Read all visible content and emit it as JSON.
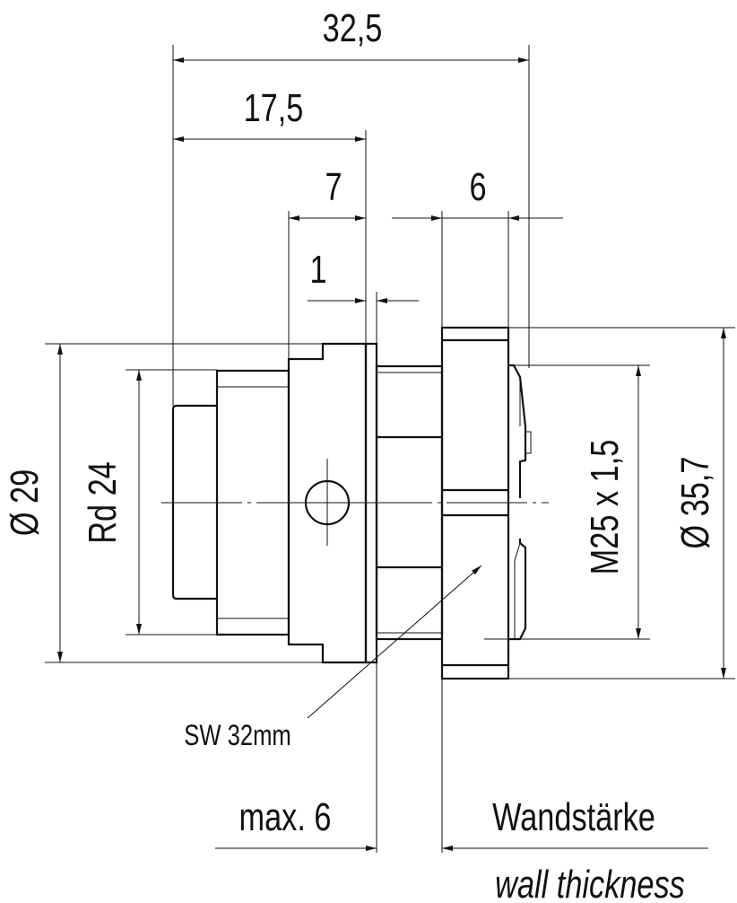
{
  "dimensions": {
    "overall_length": "32,5",
    "front_length": "17,5",
    "flange_width": "7",
    "nut_width": "6",
    "plate_width": "1",
    "diameter_29": "Ø 29",
    "rd_24": "Rd 24",
    "thread": "M25 x 1,5",
    "diameter_35_7": "Ø 35,7",
    "wrench_size": "SW 32mm",
    "max_panel": "max. 6"
  },
  "labels": {
    "wall_de": "Wandstärke",
    "wall_en": "wall thickness"
  },
  "colors": {
    "line": "#111111",
    "background": "#ffffff"
  }
}
